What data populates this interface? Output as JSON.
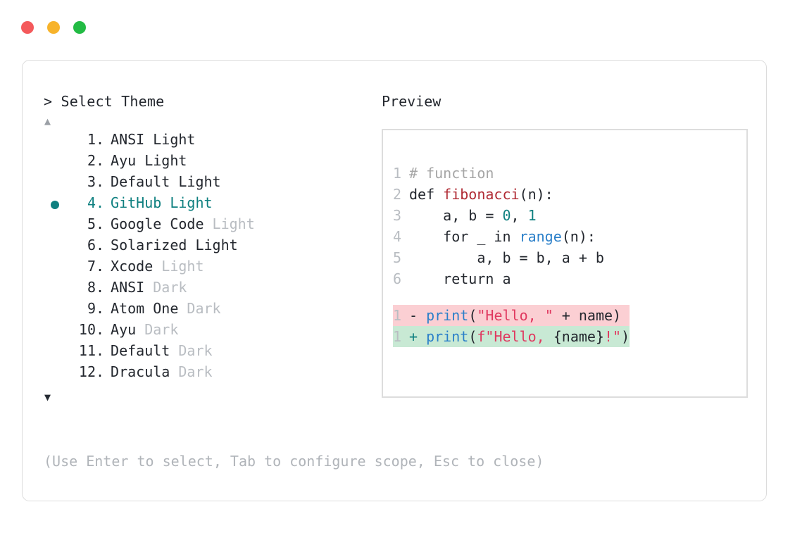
{
  "window": {
    "dots": [
      {
        "name": "close",
        "color": "#f4595b"
      },
      {
        "name": "minimize",
        "color": "#f7b32b"
      },
      {
        "name": "maximize",
        "color": "#22bb44"
      }
    ]
  },
  "selector": {
    "prompt_symbol": "> ",
    "prompt_label": "Select Theme",
    "scroll_up_glyph": "▲",
    "scroll_down_glyph": "▼",
    "accent_color": "#0f8080",
    "selected_index": 4,
    "items": [
      {
        "index": "1.",
        "name": "ANSI",
        "variant": " Light",
        "variant_muted": false,
        "selected": false
      },
      {
        "index": "2.",
        "name": "Ayu",
        "variant": " Light",
        "variant_muted": false,
        "selected": false
      },
      {
        "index": "3.",
        "name": "Default",
        "variant": " Light",
        "variant_muted": false,
        "selected": false
      },
      {
        "index": "4.",
        "name": "GitHub",
        "variant": " Light",
        "variant_muted": false,
        "selected": true
      },
      {
        "index": "5.",
        "name": "Google Code",
        "variant": " Light",
        "variant_muted": true,
        "selected": false
      },
      {
        "index": "6.",
        "name": "Solarized",
        "variant": " Light",
        "variant_muted": false,
        "selected": false
      },
      {
        "index": "7.",
        "name": "Xcode",
        "variant": " Light",
        "variant_muted": true,
        "selected": false
      },
      {
        "index": "8.",
        "name": "ANSI",
        "variant": " Dark",
        "variant_muted": true,
        "selected": false
      },
      {
        "index": "9.",
        "name": "Atom One",
        "variant": " Dark",
        "variant_muted": true,
        "selected": false
      },
      {
        "index": "10.",
        "name": "Ayu",
        "variant": " Dark",
        "variant_muted": true,
        "selected": false
      },
      {
        "index": "11.",
        "name": "Default",
        "variant": " Dark",
        "variant_muted": true,
        "selected": false
      },
      {
        "index": "12.",
        "name": "Dracula",
        "variant": " Dark",
        "variant_muted": true,
        "selected": false
      }
    ],
    "hint": "(Use Enter to select, Tab to configure scope, Esc to close)"
  },
  "preview": {
    "title": "Preview",
    "code_lines": [
      {
        "number": "1",
        "tokens": [
          {
            "text": "# function",
            "type": "comment"
          }
        ]
      },
      {
        "number": "2",
        "tokens": [
          {
            "text": "def ",
            "type": "kw"
          },
          {
            "text": "fibonacci",
            "type": "fn"
          },
          {
            "text": "(n):",
            "type": "plain"
          }
        ]
      },
      {
        "number": "3",
        "tokens": [
          {
            "text": "    a, b = ",
            "type": "plain"
          },
          {
            "text": "0",
            "type": "num"
          },
          {
            "text": ", ",
            "type": "plain"
          },
          {
            "text": "1",
            "type": "num"
          }
        ]
      },
      {
        "number": "4",
        "tokens": [
          {
            "text": "    for _ in ",
            "type": "plain"
          },
          {
            "text": "range",
            "type": "builtin"
          },
          {
            "text": "(n):",
            "type": "plain"
          }
        ]
      },
      {
        "number": "5",
        "tokens": [
          {
            "text": "        a, b = b, a + b",
            "type": "plain"
          }
        ]
      },
      {
        "number": "6",
        "tokens": [
          {
            "text": "    return a",
            "type": "plain"
          }
        ]
      }
    ],
    "diff_lines": [
      {
        "number": "1",
        "kind": "del",
        "sign": "-",
        "background": "#fbcfd3",
        "tokens": [
          {
            "text": "print",
            "type": "builtin"
          },
          {
            "text": "(",
            "type": "plain"
          },
          {
            "text": "\"Hello, \"",
            "type": "str"
          },
          {
            "text": " + name)",
            "type": "plain"
          }
        ]
      },
      {
        "number": "1",
        "kind": "add",
        "sign": "+",
        "background": "#c8e9d4",
        "tokens": [
          {
            "text": "print",
            "type": "builtin"
          },
          {
            "text": "(",
            "type": "plain"
          },
          {
            "text": "f\"Hello, ",
            "type": "str"
          },
          {
            "text": "{name}",
            "type": "plain"
          },
          {
            "text": "!\"",
            "type": "str"
          },
          {
            "text": ")",
            "type": "plain"
          }
        ]
      }
    ]
  }
}
